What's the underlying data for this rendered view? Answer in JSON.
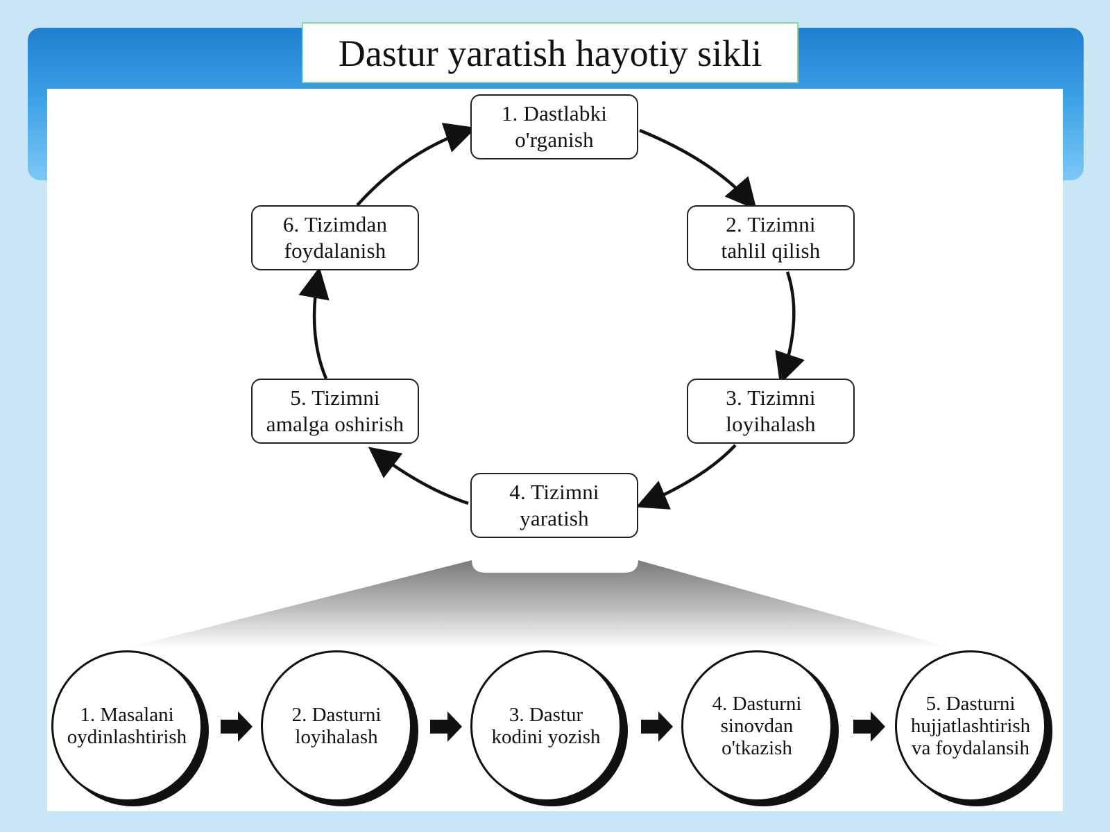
{
  "title": "Dastur yaratish hayotiy sikli",
  "cycle": [
    {
      "id": "1",
      "label": "1. Dastlabki\no'rganish"
    },
    {
      "id": "2",
      "label": "2. Tizimni\ntahlil qilish"
    },
    {
      "id": "3",
      "label": "3. Tizimni\nloyihalash"
    },
    {
      "id": "4",
      "label": "4. Tizimni\nyaratish"
    },
    {
      "id": "5",
      "label": "5. Tizimni\namalga oshirish"
    },
    {
      "id": "6",
      "label": "6. Tizimdan\nfoydalanish"
    }
  ],
  "steps": [
    {
      "id": "1",
      "label": "1. Masalani\noydinlashtirish"
    },
    {
      "id": "2",
      "label": "2. Dasturni\nloyihalash"
    },
    {
      "id": "3",
      "label": "3. Dastur\nkodini yozish"
    },
    {
      "id": "4",
      "label": "4. Dasturni\nsinovdan\no'tkazish"
    },
    {
      "id": "5",
      "label": "5. Dasturni\nhujjatlashtirish\nva foydalansih"
    }
  ],
  "colors": {
    "banner": "#2b8fd9",
    "background": "#c9e6f7",
    "title_border": "#8ed1a6",
    "stroke": "#111111"
  }
}
